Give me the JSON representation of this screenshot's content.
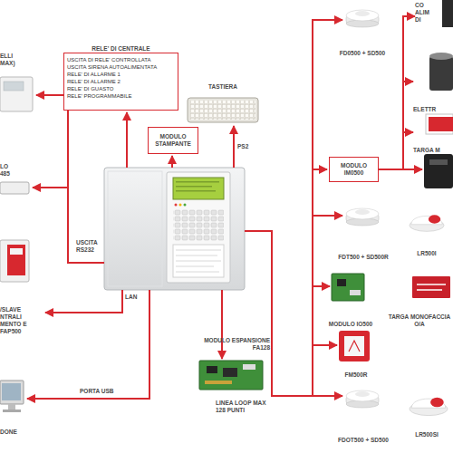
{
  "diagram": {
    "nodes": [
      {
        "text": [
          "ELLI MAX)"
        ]
      },
      {
        "text": [
          "RELE' DI CENTRALE",
          "USCITA DI RELE' CONTROLLATA",
          "USCITA SIRENA AUTOALIMENTATA",
          "RELE' DI ALLARME 1",
          "RELE' DI ALLARME 2",
          "RELE' DI GUASTO",
          "RELE' PROGRAMMABILE"
        ]
      },
      {
        "text": [
          "TASTIERA"
        ]
      },
      {
        "text": [
          "MODULO STAMPANTE"
        ]
      },
      {
        "text": [
          "FD0500 + SD500"
        ]
      },
      {
        "text": [
          "CO ALIM DI"
        ]
      },
      {
        "text": [
          "ELETTR"
        ]
      },
      {
        "text": [
          "TARGA M"
        ]
      },
      {
        "text": [
          "MODULO IM0500"
        ]
      },
      {
        "text": [
          "LO 485"
        ]
      },
      {
        "text": [
          "FDT500 + SD500R"
        ]
      },
      {
        "text": [
          "LR500I"
        ]
      },
      {
        "text": [
          "/SLAVE NTRALI MENTO E FAP500"
        ]
      },
      {
        "text": [
          "MODULO IO500"
        ]
      },
      {
        "text": [
          "TARGA MONOFACCIA O/A"
        ]
      },
      {
        "text": [
          "FM500R"
        ]
      },
      {
        "text": [
          "MODULO ESPANSIONE FA128"
        ]
      },
      {
        "text": [
          "DONE"
        ]
      },
      {
        "text": [
          "FDOT500 + SD500"
        ]
      },
      {
        "text": [
          "LR500SI"
        ]
      }
    ],
    "edges": [
      {
        "from": 8,
        "to": 5,
        "arrow": "to"
      },
      {
        "from": 8,
        "to": 6,
        "arrow": "to"
      },
      {
        "from": 8,
        "to": 7,
        "arrow": "to"
      }
    ],
    "labels": [
      "USCITA RS232",
      "PS2",
      "LAN",
      "PORTA USB",
      "LINEA LOOP MAX 128 PUNTI"
    ]
  }
}
